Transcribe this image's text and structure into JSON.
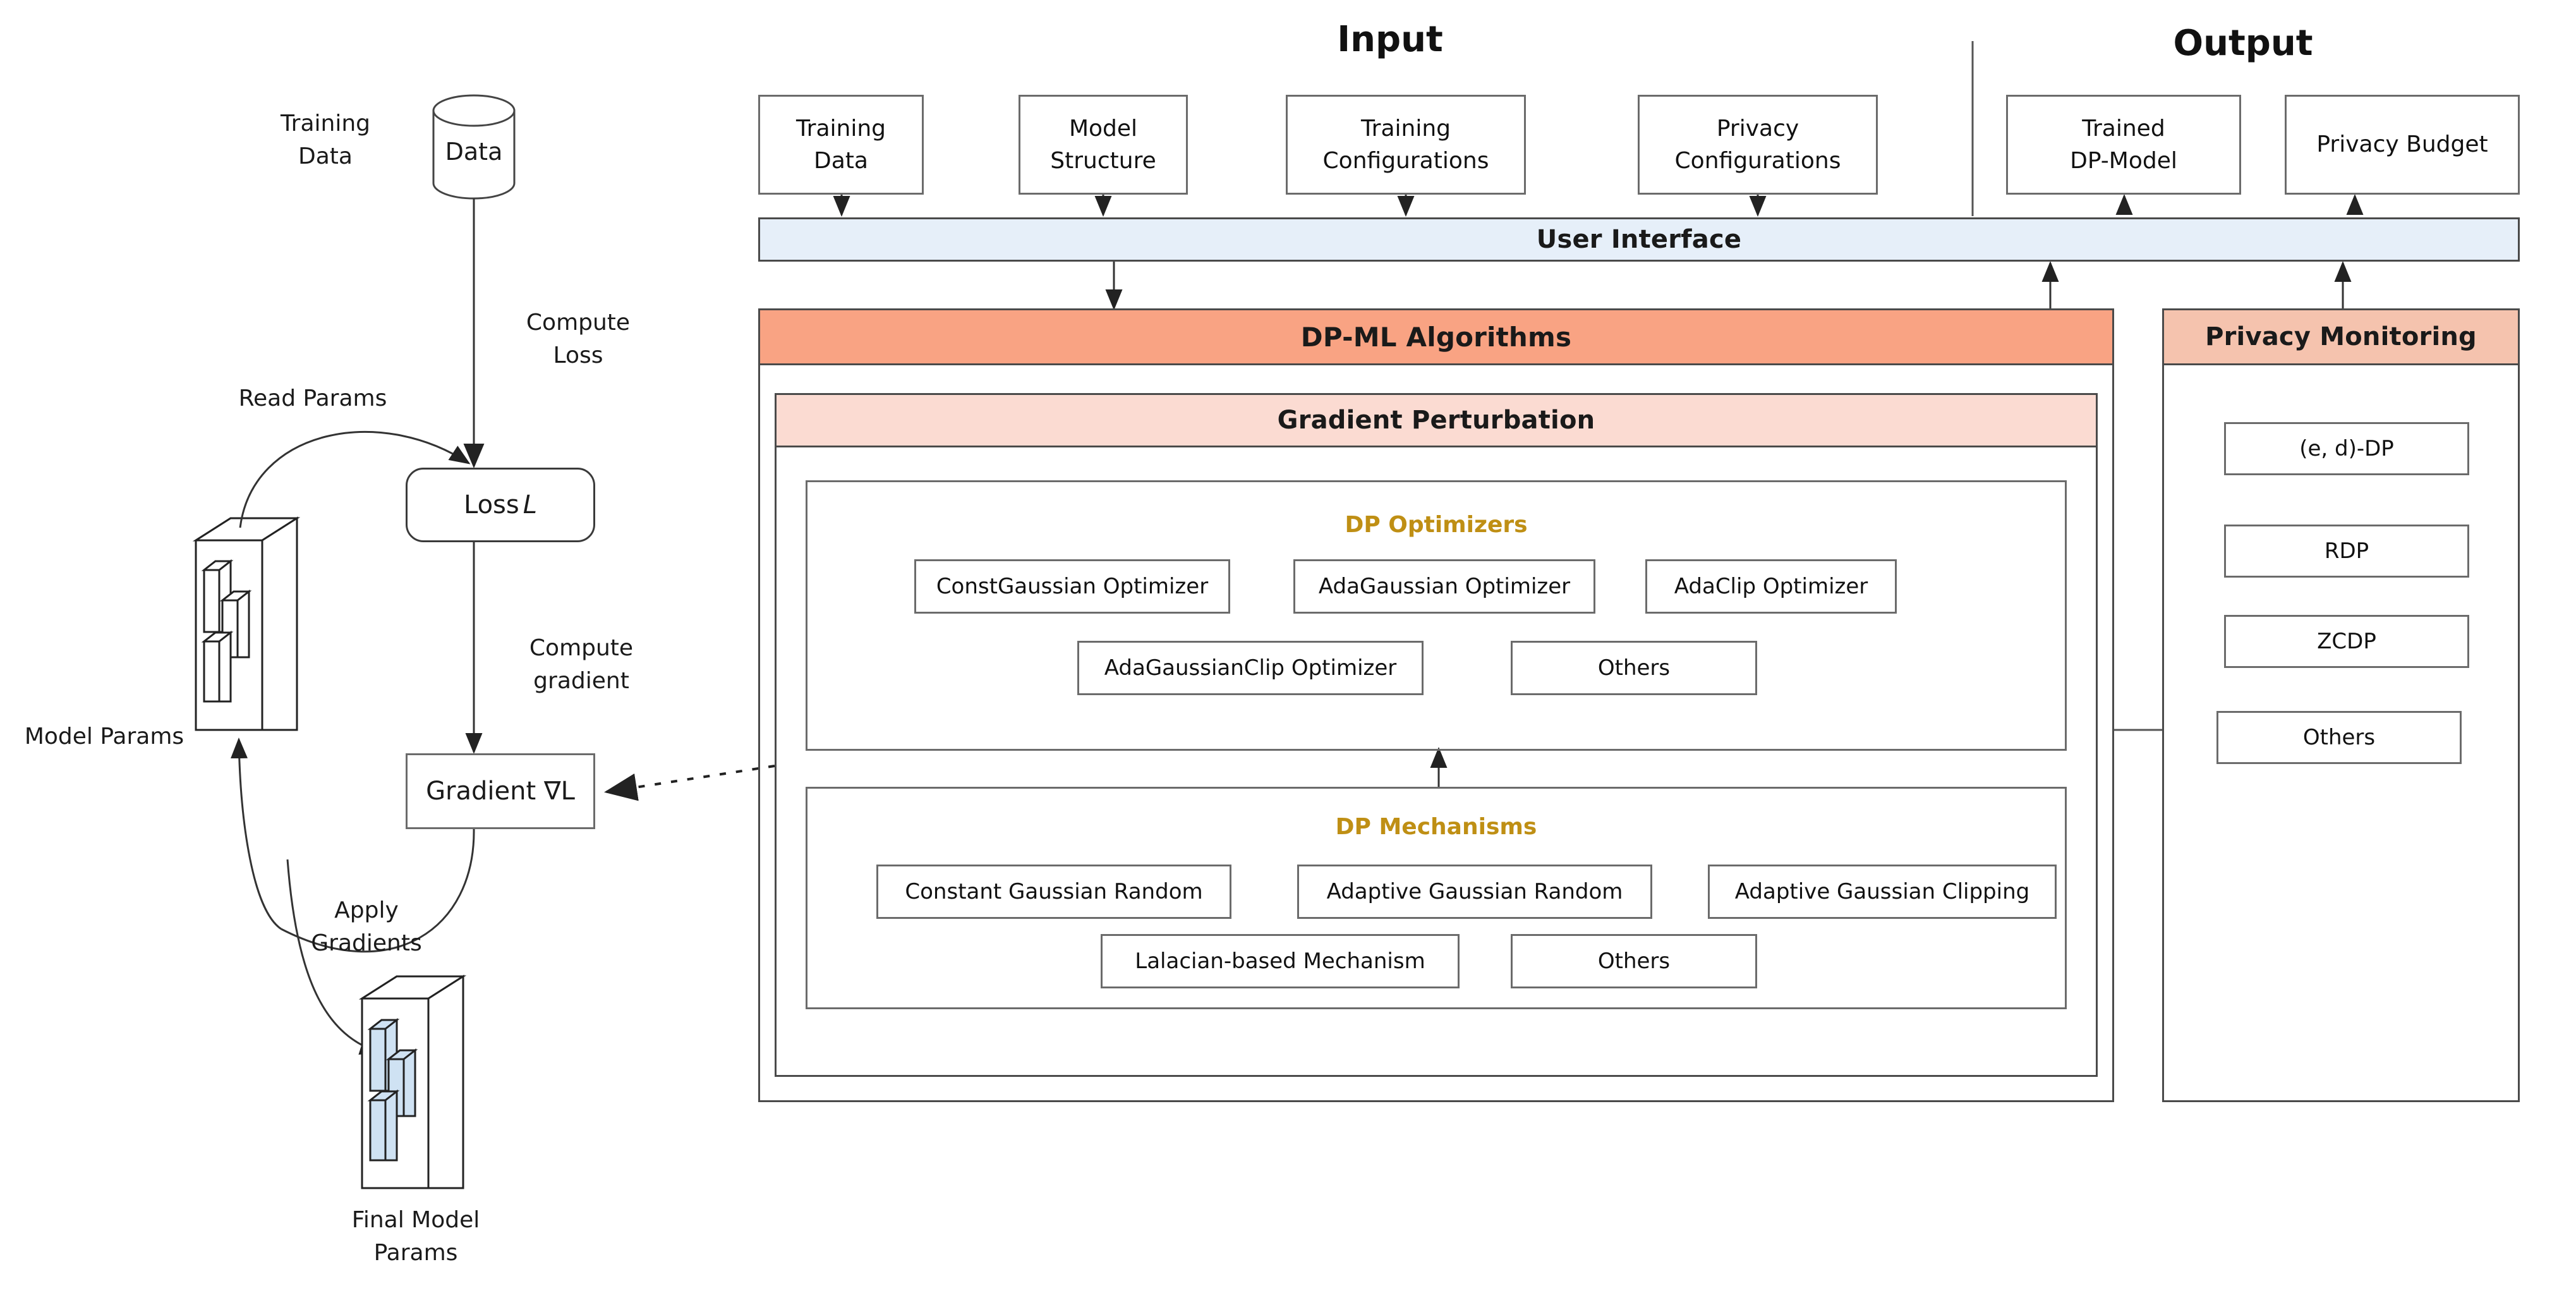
{
  "headings": {
    "input": "Input",
    "output": "Output"
  },
  "training_loop": {
    "training_data_label": "Training\nData",
    "datastore_label": "Data",
    "compute_loss_label": "Compute\nLoss",
    "read_params_label": "Read Params",
    "model_params_label": "Model Params",
    "loss_label": "Loss",
    "loss_symbol": "L",
    "compute_gradient_label": "Compute\ngradient",
    "gradient_label": "Gradient ∇L",
    "apply_gradients_label": "Apply\nGradients",
    "final_model_params_label": "Final Model\nParams"
  },
  "input_boxes": [
    {
      "label": "Training\nData"
    },
    {
      "label": "Model\nStructure"
    },
    {
      "label": "Training\nConfigurations"
    },
    {
      "label": "Privacy\nConfigurations"
    }
  ],
  "output_boxes": [
    {
      "label": "Trained\nDP-Model"
    },
    {
      "label": "Privacy Budget"
    }
  ],
  "user_interface": {
    "title": "User Interface"
  },
  "dpml": {
    "title": "DP-ML Algorithms",
    "gradient_perturbation": {
      "title": "Gradient Perturbation",
      "optimizers": {
        "title": "DP Optimizers",
        "row1": [
          "ConstGaussian Optimizer",
          "AdaGaussian Optimizer",
          "AdaClip Optimizer"
        ],
        "row2": [
          "AdaGaussianClip Optimizer",
          "Others"
        ]
      },
      "mechanisms": {
        "title": "DP Mechanisms",
        "row1": [
          "Constant Gaussian Random",
          "Adaptive Gaussian Random",
          "Adaptive Gaussian Clipping"
        ],
        "row2": [
          "Lalacian-based Mechanism",
          "Others"
        ]
      }
    }
  },
  "privacy_monitoring": {
    "title": "Privacy Monitoring",
    "items": [
      "(e, d)-DP",
      "RDP",
      "ZCDP",
      "Others"
    ]
  },
  "colors": {
    "user_interface_bg": "#E6EFF9",
    "dpml_header_bg": "#F9A383",
    "gradient_perturbation_bg": "#FBDBD2",
    "privacy_monitoring_bg": "#F5C3AE",
    "section_title_gold": "#BF8F14",
    "param_bar_fill": "#CFE2F3",
    "stroke": "#4A4A4A"
  }
}
